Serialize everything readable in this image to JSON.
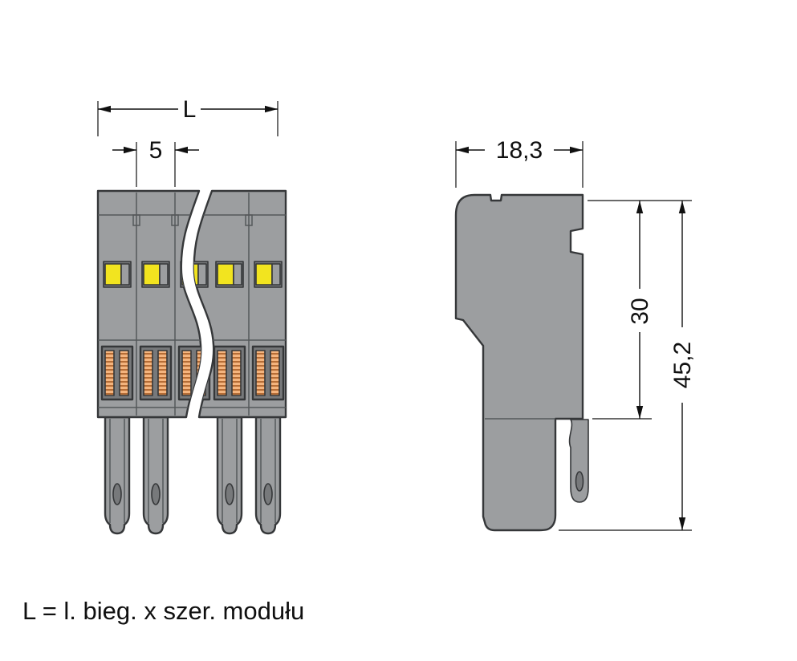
{
  "front_view": {
    "dim_total_width": "L",
    "dim_pole_pitch": "5"
  },
  "side_view": {
    "dim_depth": "18,3",
    "dim_housing_height": "30",
    "dim_total_height": "45,2"
  },
  "legend": {
    "formula": "L = l. bieg. x szer. modułu"
  },
  "colors": {
    "body_gray": "#9c9ea0",
    "recess_gray": "#77797b",
    "lever_yellow": "#f2e41f",
    "contact_copper": "#f4b47e",
    "contact_hatch": "#a2551e",
    "outline": "#353739",
    "dimension": "#101010"
  }
}
